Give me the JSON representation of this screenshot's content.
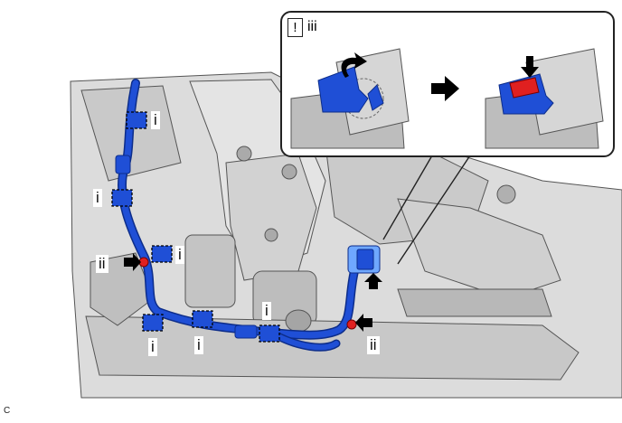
{
  "labels": {
    "clip": "i",
    "clamp": "ii",
    "step": "iii",
    "attention": "!"
  },
  "corner_code": "C",
  "colors": {
    "hose": "#1f4fd6",
    "hose_dark": "#0d2d8a",
    "clamp_mark": "#e02020",
    "engine_gray": "#cfcfcf",
    "outline": "#222222"
  },
  "icons": {
    "pointer": "black-arrow-icon",
    "flow": "right-arrow-icon",
    "curved": "curved-push-arrow-icon",
    "down": "down-push-arrow-icon"
  }
}
